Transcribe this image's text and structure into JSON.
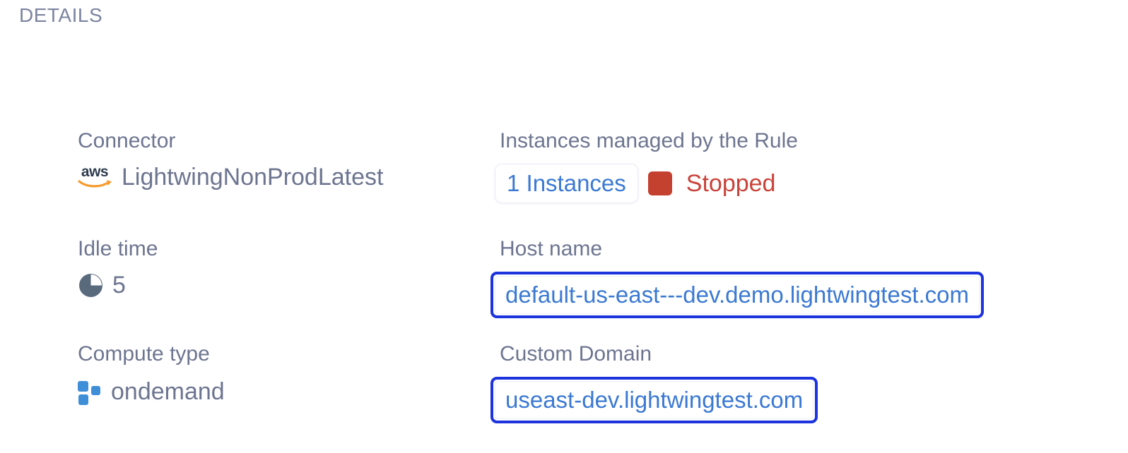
{
  "section": {
    "title": "DETAILS"
  },
  "colors": {
    "label_gray": "#6d7590",
    "link_blue": "#3b79d3",
    "focus_border_blue": "#1d33dd",
    "status_stopped_red": "#c9433a",
    "status_square_red": "#c4402f",
    "pie_icon_slate": "#5a6a7d",
    "compute_icon_blue": "#3f8ed8",
    "aws_smile_orange": "#f79b2e",
    "aws_text_dark": "#2e3b4e"
  },
  "connector": {
    "label": "Connector",
    "value": "LightwingNonProdLatest",
    "icon": "aws-icon"
  },
  "idle_time": {
    "label": "Idle time",
    "value": "5",
    "icon": "pie-chart-icon"
  },
  "compute_type": {
    "label": "Compute type",
    "value": "ondemand",
    "icon": "compute-type-icon"
  },
  "instances": {
    "label": "Instances managed by the Rule",
    "count_link": "1 Instances",
    "status": "Stopped"
  },
  "host_name": {
    "label": "Host name",
    "value": "default-us-east---dev.demo.lightwingtest.com"
  },
  "custom_domain": {
    "label": "Custom Domain",
    "value": "useast-dev.lightwingtest.com"
  },
  "aws_logo": {
    "text": "aws"
  }
}
